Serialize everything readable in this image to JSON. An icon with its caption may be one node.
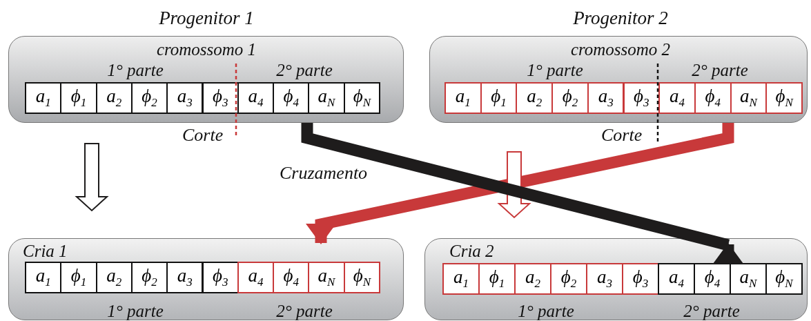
{
  "diagram": {
    "nodes": [
      {
        "text": [
          "Progenitor 1",
          "cromossomo 1",
          "1° parte",
          "2° parte"
        ]
      },
      {
        "text": [
          "a$_{1}$"
        ],
        "in": 0
      },
      {
        "text": [
          "ϕ$_{1}$"
        ],
        "in": 0
      },
      {
        "text": [
          "a$_{2}$"
        ],
        "in": 0
      },
      {
        "text": [
          "ϕ$_{2}$"
        ],
        "in": 0
      },
      {
        "text": [
          "a$_{3}$"
        ],
        "in": 0
      },
      {
        "text": [
          "ϕ$_{3}$"
        ],
        "in": 0
      },
      {
        "text": [
          "a$_{4}$"
        ],
        "in": 0
      },
      {
        "text": [
          "ϕ$_{4}$"
        ],
        "in": 0
      },
      {
        "text": [
          "a$_{N}$"
        ],
        "in": 0
      },
      {
        "text": [
          "ϕ$_{N}$"
        ],
        "in": 0
      },
      {
        "text": [
          "Progenitor 2",
          "cromossomo 2",
          "1° parte",
          "2° parte"
        ]
      },
      {
        "text": [
          "a$_{1}$"
        ],
        "in": 11
      },
      {
        "text": [
          "ϕ$_{1}$"
        ],
        "in": 11
      },
      {
        "text": [
          "a$_{2}$"
        ],
        "in": 11
      },
      {
        "text": [
          "ϕ$_{2}$"
        ],
        "in": 11
      },
      {
        "text": [
          "a$_{3}$"
        ],
        "in": 11
      },
      {
        "text": [
          "ϕ$_{3}$"
        ],
        "in": 11
      },
      {
        "text": [
          "a$_{4}$"
        ],
        "in": 11
      },
      {
        "text": [
          "ϕ$_{4}$"
        ],
        "in": 11
      },
      {
        "text": [
          "a$_{N}$"
        ],
        "in": 11
      },
      {
        "text": [
          "ϕ$_{N}$"
        ],
        "in": 11
      },
      {
        "text": [
          "Cria 1",
          "1° parte",
          "2° parte"
        ]
      },
      {
        "text": [
          "a$_{1}$"
        ],
        "in": 22
      },
      {
        "text": [
          "ϕ$_{1}$"
        ],
        "in": 22
      },
      {
        "text": [
          "a$_{2}$"
        ],
        "in": 22
      },
      {
        "text": [
          "ϕ$_{2}$"
        ],
        "in": 22
      },
      {
        "text": [
          "a$_{3}$"
        ],
        "in": 22
      },
      {
        "text": [
          "ϕ$_{3}$"
        ],
        "in": 22
      },
      {
        "text": [
          "a$_{4}$"
        ],
        "in": 22
      },
      {
        "text": [
          "ϕ$_{4}$"
        ],
        "in": 22
      },
      {
        "text": [
          "a$_{N}$"
        ],
        "in": 22
      },
      {
        "text": [
          "ϕ$_{N}$"
        ],
        "in": 22
      },
      {
        "text": [
          "Cria 2",
          "1° parte",
          "2° parte"
        ]
      },
      {
        "text": [
          "a$_{1}$"
        ],
        "in": 33
      },
      {
        "text": [
          "ϕ$_{1}$"
        ],
        "in": 33
      },
      {
        "text": [
          "a$_{2}$"
        ],
        "in": 33
      },
      {
        "text": [
          "ϕ$_{2}$"
        ],
        "in": 33
      },
      {
        "text": [
          "a$_{3}$"
        ],
        "in": 33
      },
      {
        "text": [
          "ϕ$_{3}$"
        ],
        "in": 33
      },
      {
        "text": [
          "a$_{4}$"
        ],
        "in": 33
      },
      {
        "text": [
          "ϕ$_{4}$"
        ],
        "in": 33
      },
      {
        "text": [
          "a$_{N}$"
        ],
        "in": 33
      },
      {
        "text": [
          "ϕ$_{N}$"
        ],
        "in": 33
      }
    ],
    "edges": [
      {
        "from": 0,
        "to": 22,
        "arrow": "to",
        "color": "#1e1c1c"
      },
      {
        "from": 11,
        "to": 33,
        "arrow": "to",
        "color": "#c8393a"
      },
      {
        "from": 11,
        "to": 31,
        "arrow": "to",
        "color": "#c8393a"
      },
      {
        "from": 0,
        "to": 42,
        "arrow": "to",
        "color": "#1e1c1c"
      }
    ],
    "labels": [
      "Corte",
      "Corte",
      "Cruzamento"
    ]
  }
}
